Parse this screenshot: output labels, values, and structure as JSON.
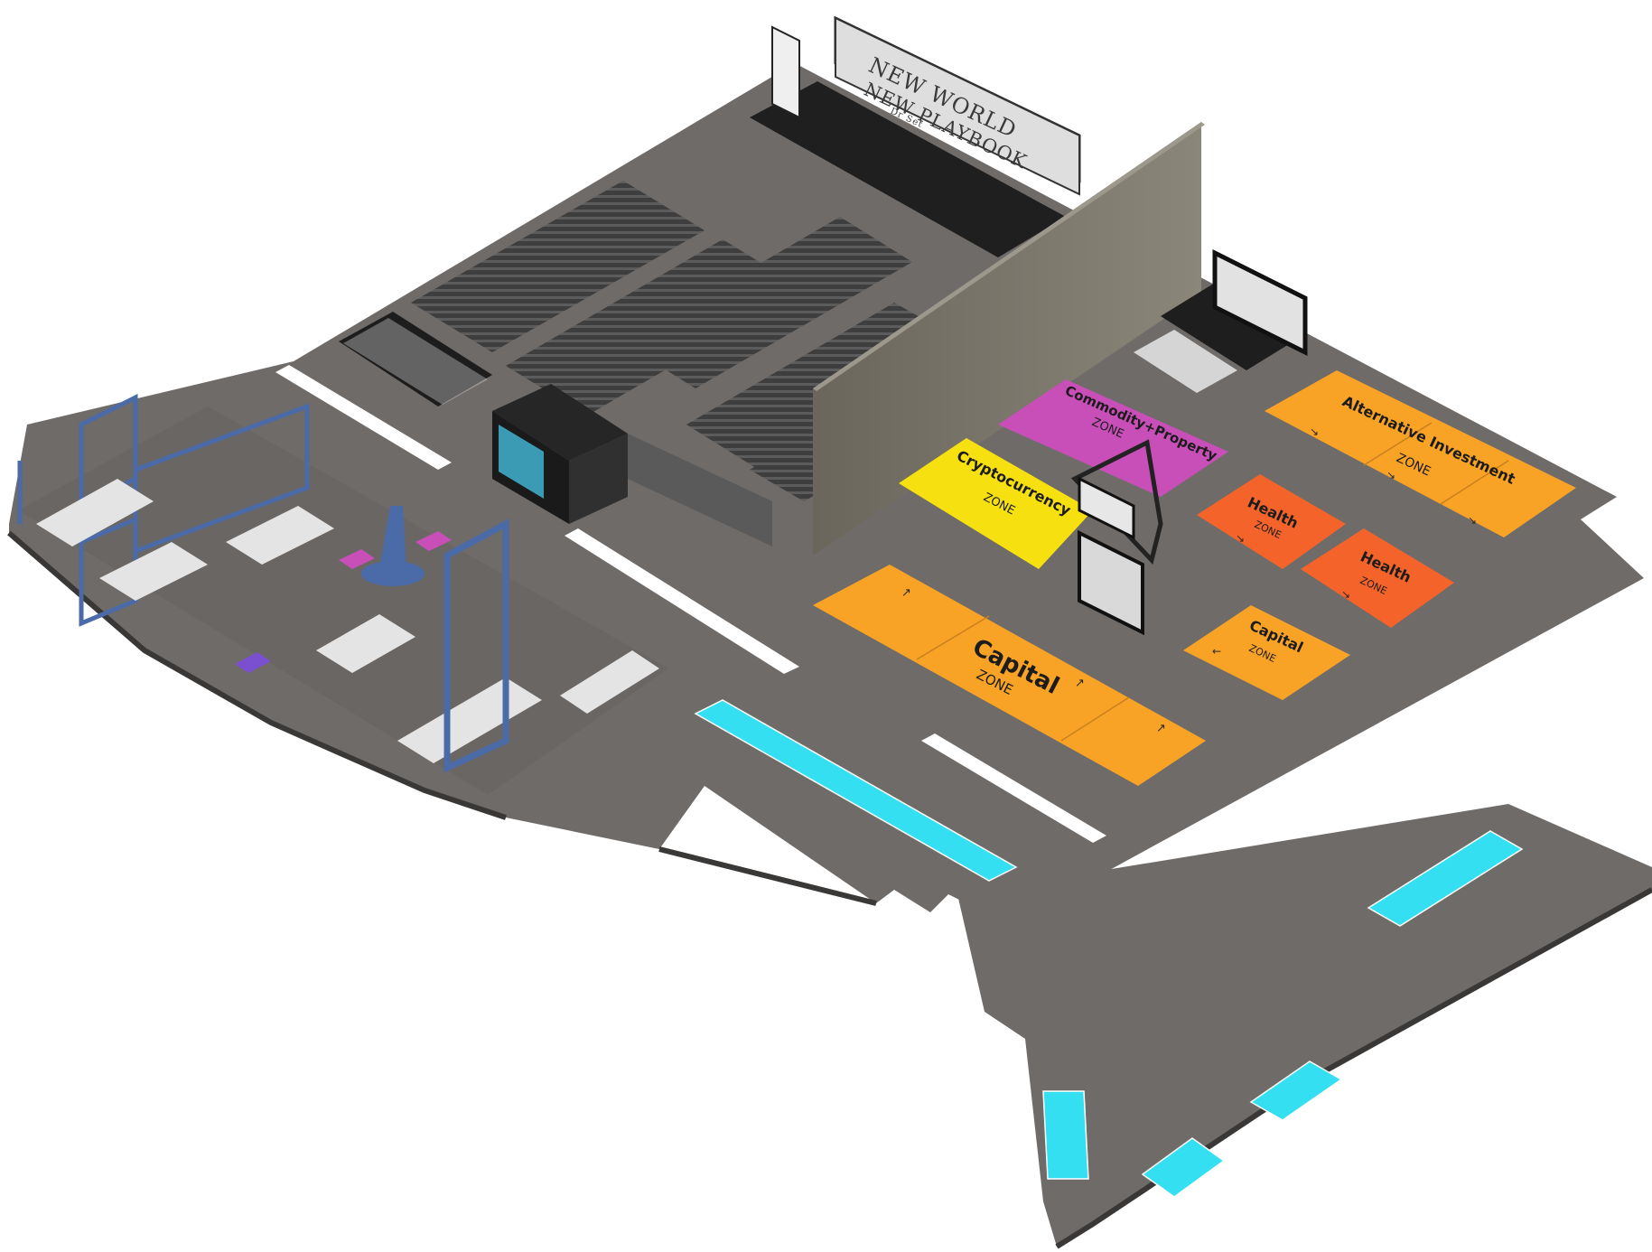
{
  "stage": {
    "banner_line1": "NEW WORLD",
    "banner_line2": "NEW PLAYBOOK",
    "banner_small": "Dr Set"
  },
  "zones": {
    "commodity": {
      "title": "Commodity+Property",
      "sub": "ZONE",
      "color": "#c94fb8"
    },
    "crypto": {
      "title": "Cryptocurrency",
      "sub": "ZONE",
      "color": "#f7e010"
    },
    "alt": {
      "title": "Alternative Investment",
      "sub": "ZONE",
      "color": "#f9a326"
    },
    "health1": {
      "title": "Health",
      "sub": "ZONE",
      "color": "#f4642a"
    },
    "health2": {
      "title": "Health",
      "sub": "ZONE",
      "color": "#f4642a"
    },
    "capital_big": {
      "title": "Capital",
      "sub": "ZONE",
      "color": "#f9a326"
    },
    "capital_small": {
      "title": "Capital",
      "sub": "ZONE",
      "color": "#f9a326"
    }
  },
  "colors": {
    "floor": "#6e6a68",
    "floor_edge": "#3c3a39",
    "wall": "#7b776c",
    "seating": "#4a4a4a",
    "cyan_tiles": "#33dff0",
    "booth_blue": "#4a6aa8"
  },
  "icons": {
    "up": "↗",
    "down": "↘",
    "left": "←"
  }
}
